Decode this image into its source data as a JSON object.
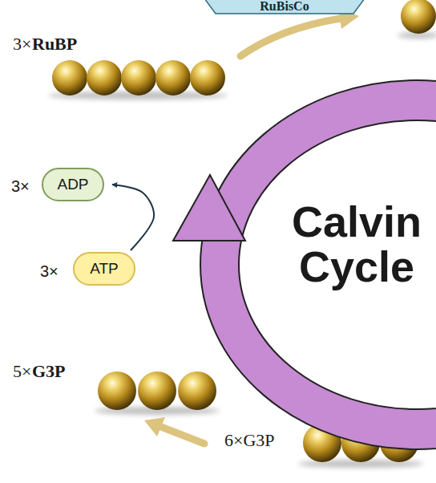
{
  "diagram": {
    "nodes": [
      {
        "text": [
          "RuBisCo"
        ]
      },
      {
        "text": [
          "ADP"
        ]
      },
      {
        "text": [
          "Calvin Cycle"
        ]
      },
      {
        "text": [
          "ATP"
        ]
      }
    ],
    "edges": [
      {
        "from": 3,
        "to": 1,
        "arrow": "to"
      }
    ],
    "labels": [
      "3×",
      "RuBP",
      "3×",
      "3×",
      "5×",
      "G3P",
      "6×G3P"
    ]
  }
}
